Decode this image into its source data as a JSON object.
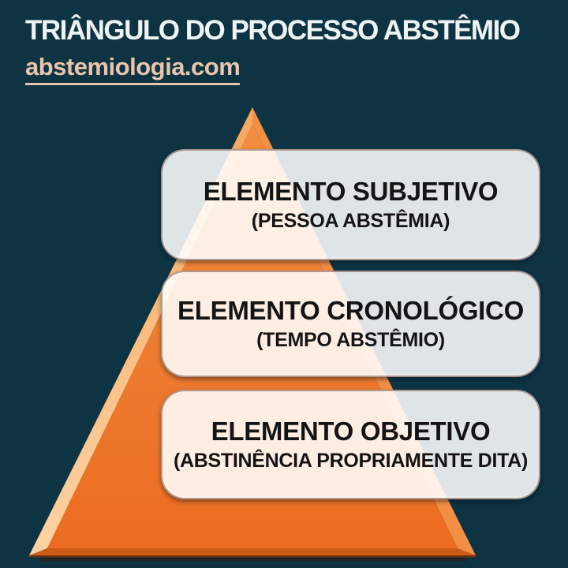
{
  "slide": {
    "background_color": "#0e3343"
  },
  "header": {
    "title": "TRIÂNGULO DO PROCESSO ABSTÊMIO",
    "title_color": "#eef4f4",
    "website": "abstemiologia.com",
    "website_color": "#e9c6ab"
  },
  "pyramid": {
    "fill_top": "#f18e41",
    "fill_bottom": "#eb6c21",
    "bevel_left": "#f8a65c",
    "bevel_right": "#f28f44",
    "bevel_bottom": "#cc5c17",
    "base_line": "#6a3312",
    "base_shadow": "#2f1d12"
  },
  "level_box": {
    "fill": "rgba(255,255,255,0.87)",
    "border": "rgba(105,68,50,0.5)",
    "text_color": "#141414"
  },
  "levels": [
    {
      "title": "ELEMENTO SUBJETIVO",
      "subtitle": "(PESSOA ABSTÊMIA)"
    },
    {
      "title": "ELEMENTO CRONOLÓGICO",
      "subtitle": "(TEMPO ABSTÊMIO)"
    },
    {
      "title": "ELEMENTO OBJETIVO",
      "subtitle": "(ABSTINÊNCIA PROPRIAMENTE DITA)"
    }
  ]
}
